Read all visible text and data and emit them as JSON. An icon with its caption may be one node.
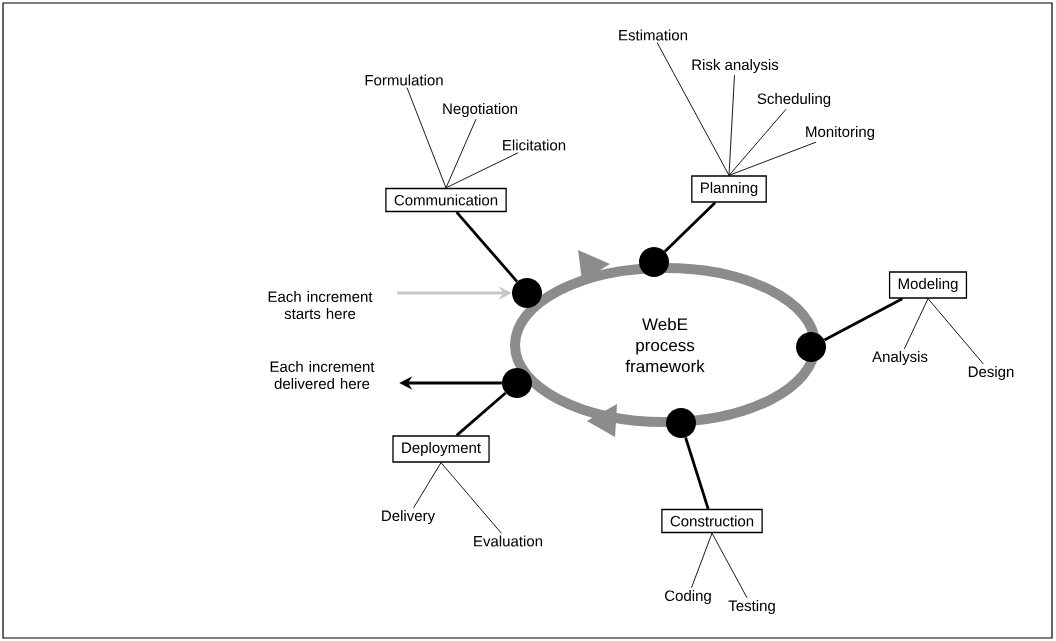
{
  "diagram": {
    "nodes": [
      {
        "text": [
          "WebE process framework"
        ]
      },
      {
        "text": [
          "Communication"
        ]
      },
      {
        "text": [
          "Formulation"
        ]
      },
      {
        "text": [
          "Negotiation"
        ]
      },
      {
        "text": [
          "Elicitation"
        ]
      },
      {
        "text": [
          "Planning"
        ]
      },
      {
        "text": [
          "Estimation"
        ]
      },
      {
        "text": [
          "Risk analysis"
        ]
      },
      {
        "text": [
          "Scheduling"
        ]
      },
      {
        "text": [
          "Monitoring"
        ]
      },
      {
        "text": [
          "Modeling"
        ]
      },
      {
        "text": [
          "Analysis"
        ]
      },
      {
        "text": [
          "Design"
        ]
      },
      {
        "text": [
          "Construction"
        ]
      },
      {
        "text": [
          "Coding"
        ]
      },
      {
        "text": [
          "Testing"
        ]
      },
      {
        "text": [
          "Deployment"
        ]
      },
      {
        "text": [
          "Delivery"
        ]
      },
      {
        "text": [
          "Evaluation"
        ]
      },
      {
        "text": [
          "Each increment starts here"
        ]
      },
      {
        "text": [
          "Each increment delivered here"
        ]
      },
      {
        "text": [],
        "shape": "circle"
      },
      {
        "text": [],
        "shape": "circle"
      },
      {
        "text": [],
        "shape": "circle"
      },
      {
        "text": [],
        "shape": "circle"
      },
      {
        "text": [],
        "shape": "circle"
      }
    ],
    "edges": [
      {
        "from": 22,
        "to": 1,
        "arrow": "none",
        "style": "thick"
      },
      {
        "from": 1,
        "to": 2,
        "arrow": "none"
      },
      {
        "from": 1,
        "to": 3,
        "arrow": "none"
      },
      {
        "from": 1,
        "to": 4,
        "arrow": "none"
      },
      {
        "from": 23,
        "to": 5,
        "arrow": "none",
        "style": "thick"
      },
      {
        "from": 5,
        "to": 6,
        "arrow": "none"
      },
      {
        "from": 5,
        "to": 7,
        "arrow": "none"
      },
      {
        "from": 5,
        "to": 8,
        "arrow": "none"
      },
      {
        "from": 5,
        "to": 9,
        "arrow": "none"
      },
      {
        "from": 25,
        "to": 10,
        "arrow": "none",
        "style": "thick"
      },
      {
        "from": 10,
        "to": 11,
        "arrow": "none"
      },
      {
        "from": 10,
        "to": 12,
        "arrow": "none"
      },
      {
        "from": 24,
        "to": 13,
        "arrow": "none",
        "style": "thick"
      },
      {
        "from": 13,
        "to": 14,
        "arrow": "none"
      },
      {
        "from": 13,
        "to": 15,
        "arrow": "none"
      },
      {
        "from": 21,
        "to": 16,
        "arrow": "none",
        "style": "thick"
      },
      {
        "from": 16,
        "to": 17,
        "arrow": "none"
      },
      {
        "from": 16,
        "to": 18,
        "arrow": "none"
      },
      {
        "from": 19,
        "to": 22,
        "arrow": "to",
        "style": "thick",
        "color": "#c8c8c8"
      },
      {
        "from": 21,
        "to": 20,
        "arrow": "to",
        "style": "thick"
      }
    ]
  }
}
